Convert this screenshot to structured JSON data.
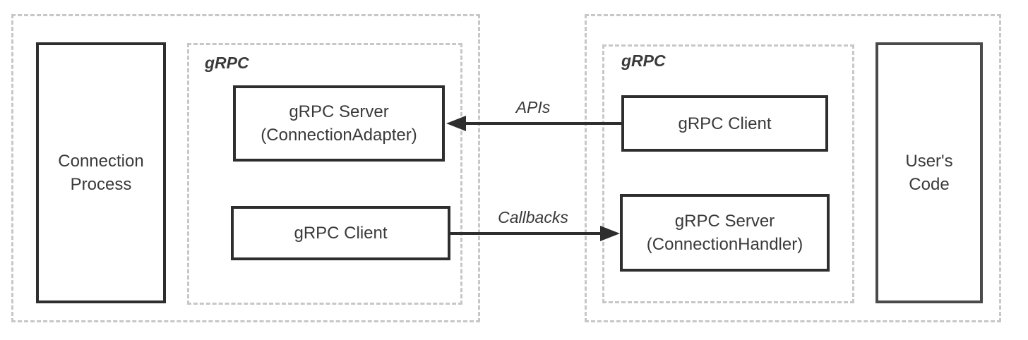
{
  "colors": {
    "box-border": "#2e2e2e",
    "box-border-soft": "#4a4a4a",
    "dashed-border": "#c7c7c7",
    "text": "#3a3a3a",
    "arrow": "#2e2e2e",
    "background": "#ffffff"
  },
  "diagram": {
    "left_group": {
      "process_box": "Connection\nProcess",
      "grpc_group": {
        "label": "gRPC",
        "server_box": "gRPC Server\n(ConnectionAdapter)",
        "client_box": "gRPC Client"
      }
    },
    "right_group": {
      "grpc_group": {
        "label": "gRPC",
        "client_box": "gRPC Client",
        "server_box": "gRPC Server\n(ConnectionHandler)"
      },
      "users_code_box": "User's\nCode"
    },
    "arrows": {
      "apis": {
        "label": "APIs",
        "direction": "right-to-left"
      },
      "callbacks": {
        "label": "Callbacks",
        "direction": "left-to-right"
      }
    }
  }
}
